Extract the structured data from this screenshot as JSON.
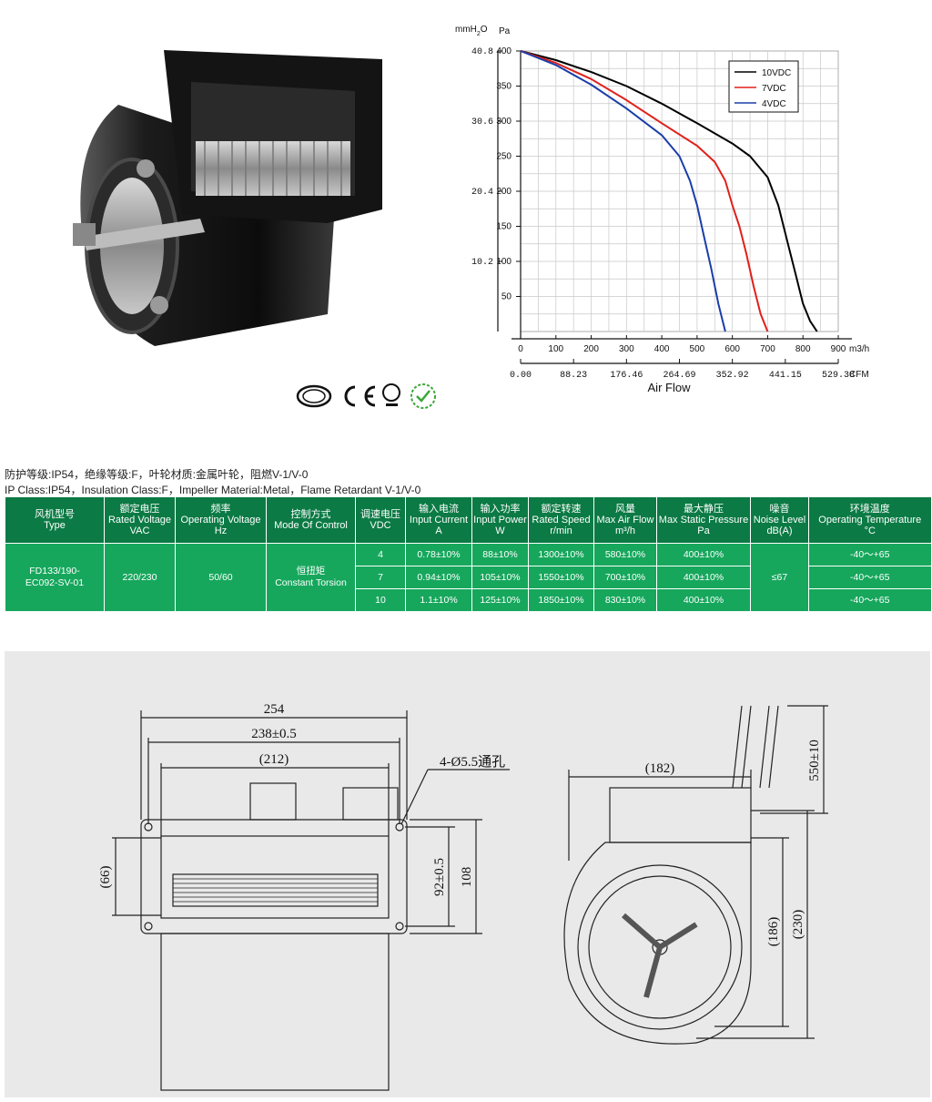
{
  "certifications": [
    "CCC",
    "CE",
    "ETL Intertek",
    "RoHS"
  ],
  "chart_data": {
    "type": "line",
    "x": [
      0,
      100,
      200,
      300,
      400,
      500,
      600,
      700,
      800,
      900
    ],
    "x_unit": "m3/h",
    "x2_ticks": [
      "0.00",
      "88.23",
      "176.46",
      "264.69",
      "352.92",
      "441.15",
      "529.38"
    ],
    "x2_unit": "CFM",
    "y_ticks": [
      50,
      100,
      150,
      200,
      250,
      300,
      350,
      400
    ],
    "y_unit": "Pa",
    "y2_ticks": [
      "10.2",
      "20.4",
      "30.6",
      "40.8"
    ],
    "y2_unit_base": "mmH",
    "y2_unit_sub": "2",
    "y2_unit_tail": "O",
    "xlabel": "Air Flow",
    "xlim": [
      0,
      900
    ],
    "ylim": [
      0,
      400
    ],
    "grid": true,
    "legend": "top-right",
    "series": [
      {
        "name": "10VDC",
        "color": "#000000",
        "x": [
          0,
          100,
          200,
          300,
          400,
          500,
          600,
          650,
          700,
          730,
          760,
          780,
          800,
          820,
          840
        ],
        "y": [
          400,
          387,
          370,
          350,
          325,
          297,
          268,
          250,
          220,
          180,
          120,
          80,
          40,
          15,
          0
        ]
      },
      {
        "name": "7VDC",
        "color": "#e0201b",
        "x": [
          0,
          100,
          200,
          300,
          400,
          500,
          550,
          580,
          600,
          620,
          640,
          660,
          680,
          700
        ],
        "y": [
          400,
          383,
          360,
          330,
          297,
          265,
          242,
          215,
          180,
          150,
          110,
          65,
          25,
          0
        ]
      },
      {
        "name": "4VDC",
        "color": "#1a3ea8",
        "x": [
          0,
          100,
          200,
          300,
          400,
          450,
          480,
          500,
          520,
          540,
          560,
          580
        ],
        "y": [
          400,
          380,
          352,
          318,
          280,
          250,
          215,
          180,
          135,
          90,
          40,
          0
        ]
      }
    ]
  },
  "specs": {
    "cn_line": "防护等级:IP54，绝缘等级:F，叶轮材质:金属叶轮，阻燃V-1/V-0",
    "en_line": "IP Class:IP54，Insulation Class:F，Impeller Material:Metal，Flame Retardant V-1/V-0"
  },
  "table": {
    "headers": [
      {
        "cn": "风机型号",
        "en": "Type",
        "unit": ""
      },
      {
        "cn": "额定电压",
        "en": "Rated Voltage",
        "unit": "VAC"
      },
      {
        "cn": "频率",
        "en": "Operating Voltage",
        "unit": "Hz"
      },
      {
        "cn": "控制方式",
        "en": "Mode Of Control",
        "unit": ""
      },
      {
        "cn": "调速电压",
        "en": "VDC",
        "unit": ""
      },
      {
        "cn": "输入电流",
        "en": "Input Current",
        "unit": "A"
      },
      {
        "cn": "输入功率",
        "en": "Input Power",
        "unit": "W"
      },
      {
        "cn": "额定转速",
        "en": "Rated Speed",
        "unit": "r/min"
      },
      {
        "cn": "风量",
        "en": "Max Air Flow",
        "unit": "m³/h"
      },
      {
        "cn": "最大静压",
        "en": "Max Static Pressure",
        "unit": "Pa"
      },
      {
        "cn": "噪音",
        "en": "Noise Level",
        "unit": "dB(A)"
      },
      {
        "cn": "环境温度",
        "en": "Operating Temperature",
        "unit": "°C"
      }
    ],
    "model_a": "FD133/190-",
    "model_b": "EC092-SV-01",
    "voltage": "220/230",
    "frequency": "50/60",
    "control_cn": "恒扭矩",
    "control_en": "Constant Torsion",
    "noise": "≤67",
    "rows": [
      {
        "vdc": "4",
        "current": "0.78±10%",
        "power": "88±10%",
        "speed": "1300±10%",
        "flow": "580±10%",
        "pressure": "400±10%",
        "temp": "-40～+65"
      },
      {
        "vdc": "7",
        "current": "0.94±10%",
        "power": "105±10%",
        "speed": "1550±10%",
        "flow": "700±10%",
        "pressure": "400±10%",
        "temp": "-40～+65"
      },
      {
        "vdc": "10",
        "current": "1.1±10%",
        "power": "125±10%",
        "speed": "1850±10%",
        "flow": "830±10%",
        "pressure": "400±10%",
        "temp": "-40～+65"
      }
    ]
  },
  "drawing": {
    "dim_overall": "254",
    "dim_holes": "238±0.5",
    "dim_inner": "(212)",
    "dim_hole_note": "4-Ø5.5通孔",
    "dim_66": "(66)",
    "dim_92": "92±0.5",
    "dim_108": "108",
    "dim_182": "(182)",
    "dim_lead": "550±10",
    "dim_230": "(230)",
    "dim_186": "(186)"
  }
}
